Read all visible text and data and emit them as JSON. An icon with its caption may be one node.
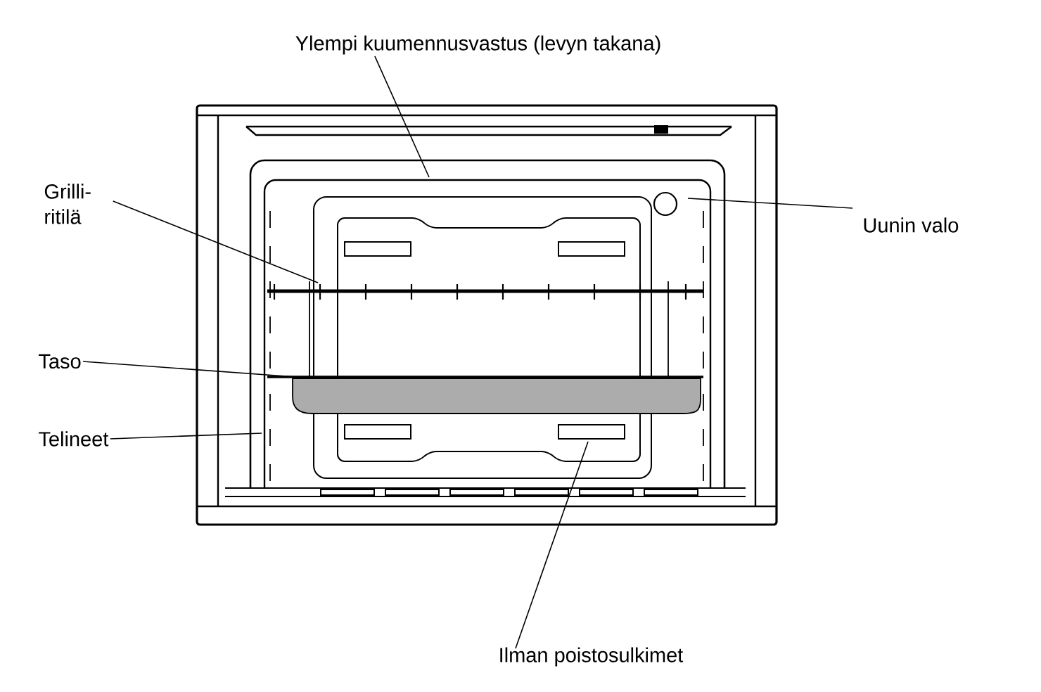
{
  "diagram": {
    "nodes": [
      {
        "text": [
          "Ylempi kuumennusvastus (levyn takana)"
        ]
      },
      {
        "text": [
          "Grilli- ritilä"
        ]
      },
      {
        "text": [
          "Uunin valo"
        ]
      },
      {
        "text": [
          "Taso"
        ]
      },
      {
        "text": [
          "Telineet"
        ]
      },
      {
        "text": [
          "Ilman poistosulkimet"
        ]
      }
    ],
    "edges": [
      {
        "from": 0,
        "to": null,
        "arrow": "none"
      },
      {
        "from": 1,
        "to": null,
        "arrow": "none"
      },
      {
        "from": 2,
        "to": null,
        "arrow": "none"
      },
      {
        "from": 3,
        "to": null,
        "arrow": "none"
      },
      {
        "from": 4,
        "to": null,
        "arrow": "none"
      },
      {
        "from": 5,
        "to": null,
        "arrow": "none"
      }
    ]
  }
}
